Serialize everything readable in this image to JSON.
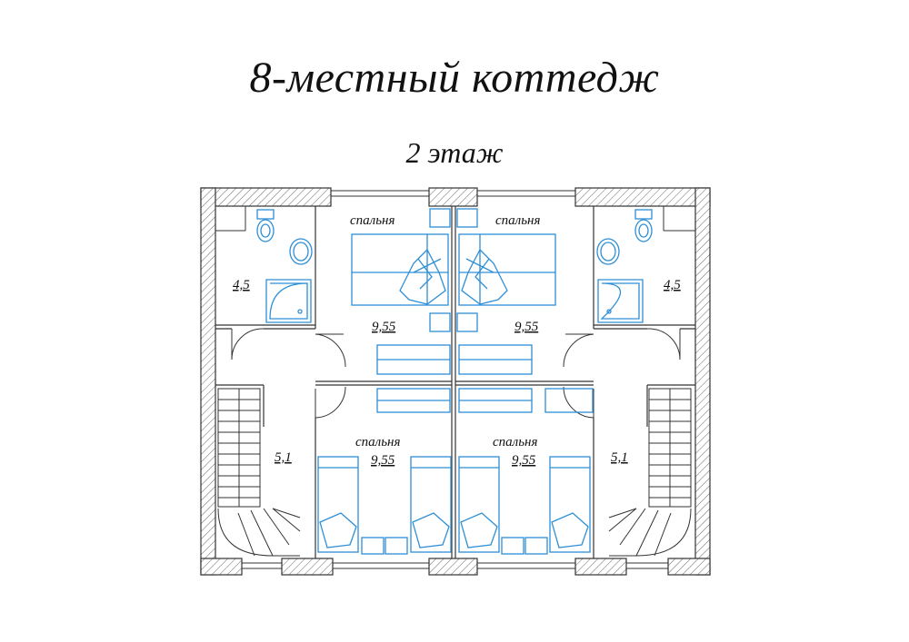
{
  "title": "8-местный коттедж",
  "subtitle": "2 этаж",
  "rooms": {
    "bathroom_left": {
      "area": "4,5"
    },
    "bathroom_right": {
      "area": "4,5"
    },
    "bedroom_top_left": {
      "name": "спальня",
      "area": "9,55"
    },
    "bedroom_top_right": {
      "name": "спальня",
      "area": "9,55"
    },
    "bedroom_bottom_left": {
      "name": "спальня",
      "area": "9,55"
    },
    "bedroom_bottom_right": {
      "name": "спальня",
      "area": "9,55"
    },
    "stair_left": {
      "area": "5,1"
    },
    "stair_right": {
      "area": "5,1"
    }
  },
  "colors": {
    "wall": "#333333",
    "furniture": "#2e8fd6",
    "hatch": "#555555"
  }
}
